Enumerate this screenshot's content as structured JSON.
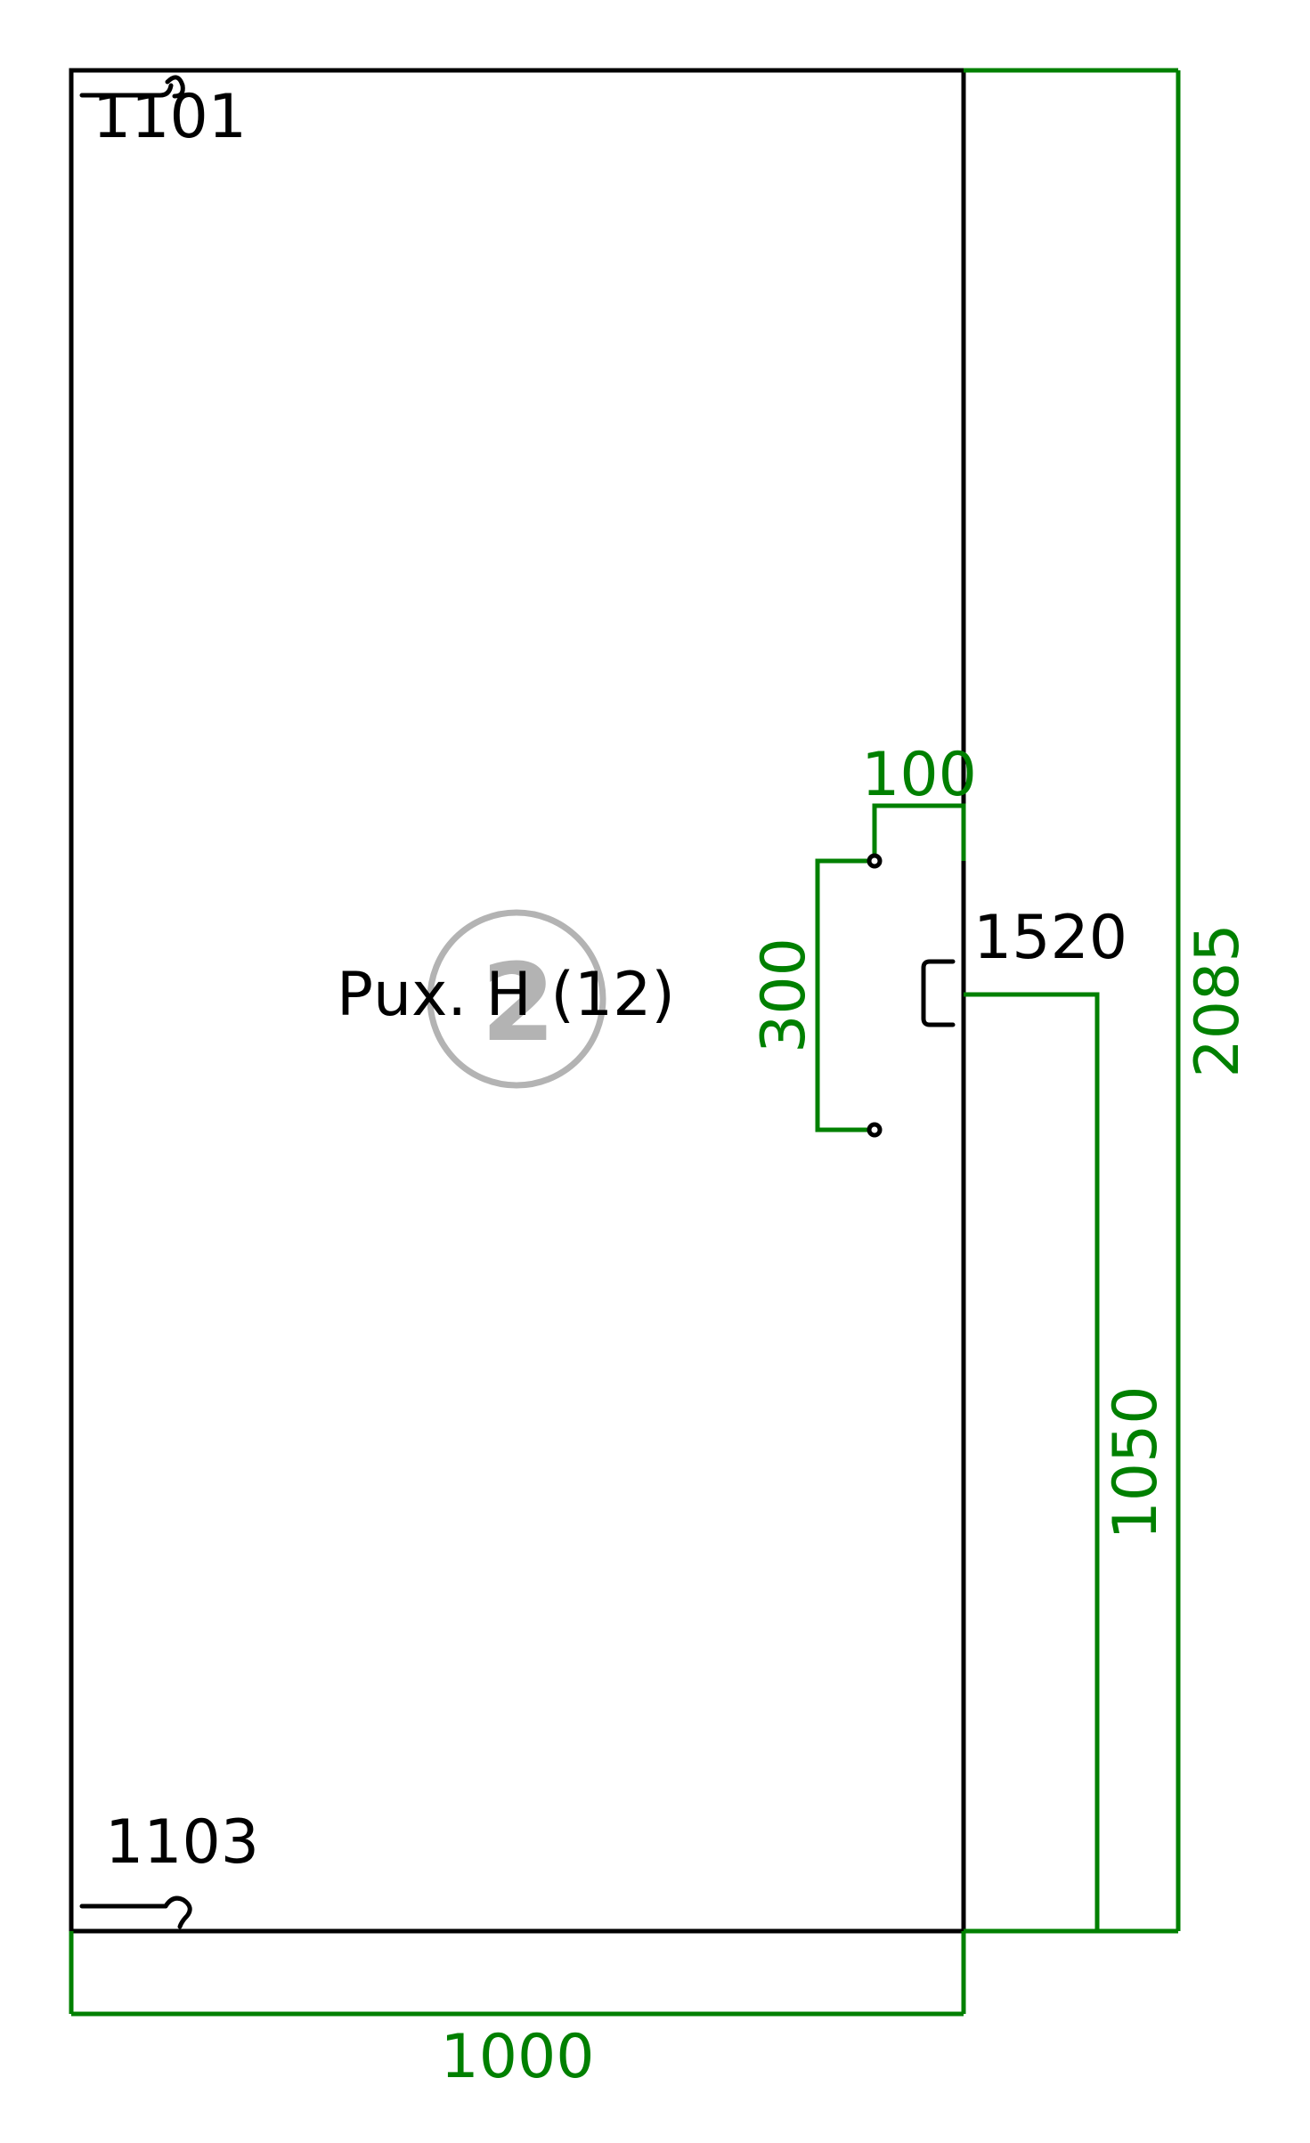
{
  "drawing": {
    "panel_number": "2",
    "panel_label": "Рuх. Н (12)",
    "hinge_top_code": "1101",
    "hinge_bottom_code": "1103",
    "handle_code": "1520"
  },
  "dimensions": {
    "width": "1000",
    "height": "2085",
    "handle_height": "1050",
    "hole_spacing": "300",
    "edge_offset": "100"
  },
  "colors": {
    "outline": "#000000",
    "dimension": "#008000",
    "panel_mark": "#b3b3b3"
  }
}
